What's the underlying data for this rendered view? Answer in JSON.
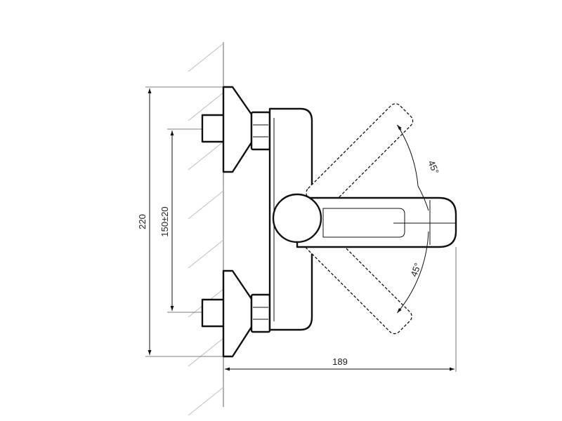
{
  "dimensions": {
    "total_height": "220",
    "inlet_spacing": "150±20",
    "projection": "189",
    "angle_up": "45°",
    "angle_down": "45°"
  },
  "colors": {
    "line": "#111111",
    "hatch": "#bdbdbd",
    "background": "#ffffff"
  }
}
